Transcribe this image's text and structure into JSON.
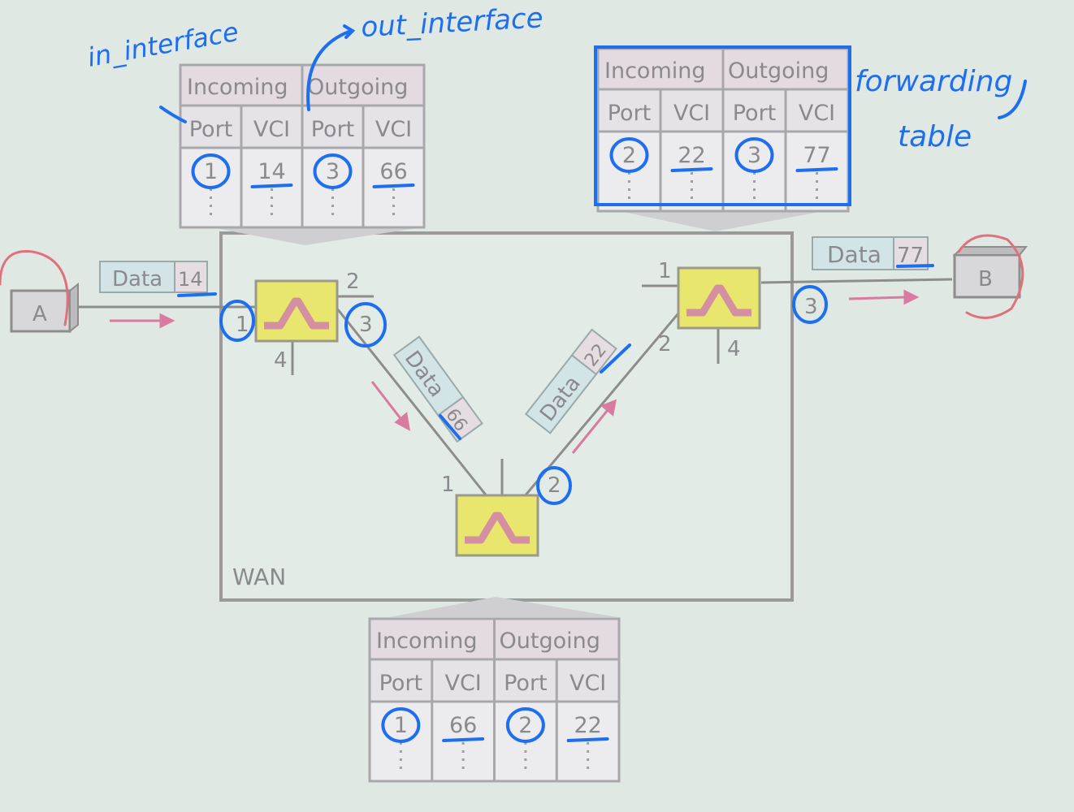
{
  "annotations": {
    "in_interface": "in_interface",
    "out_interface": "out_interface",
    "forwarding_table": "forwarding table"
  },
  "tables": [
    {
      "id": "switch-1-table",
      "incoming": "Incoming",
      "outgoing": "Outgoing",
      "columns": [
        "Port",
        "VCI",
        "Port",
        "VCI"
      ],
      "row": [
        "1",
        "14",
        "3",
        "66"
      ]
    },
    {
      "id": "switch-2-table",
      "incoming": "Incoming",
      "outgoing": "Outgoing",
      "columns": [
        "Port",
        "VCI",
        "Port",
        "VCI"
      ],
      "row": [
        "2",
        "22",
        "3",
        "77"
      ]
    },
    {
      "id": "switch-3-table",
      "incoming": "Incoming",
      "outgoing": "Outgoing",
      "columns": [
        "Port",
        "VCI",
        "Port",
        "VCI"
      ],
      "row": [
        "1",
        "66",
        "2",
        "22"
      ]
    }
  ],
  "hosts": {
    "a": "A",
    "b": "B"
  },
  "wan_label": "WAN",
  "frames": [
    {
      "data": "Data",
      "vci": "14"
    },
    {
      "data": "Data",
      "vci": "66"
    },
    {
      "data": "Data",
      "vci": "22"
    },
    {
      "data": "Data",
      "vci": "77"
    }
  ],
  "ports": {
    "s1": [
      "1",
      "2",
      "3",
      "4"
    ],
    "s2": [
      "1",
      "2",
      "3",
      "4"
    ],
    "s3": [
      "1",
      "2"
    ]
  },
  "colors": {
    "switch": "#e8e66c",
    "arrow": "#d97aa0",
    "ink": "#1e6ff0"
  }
}
